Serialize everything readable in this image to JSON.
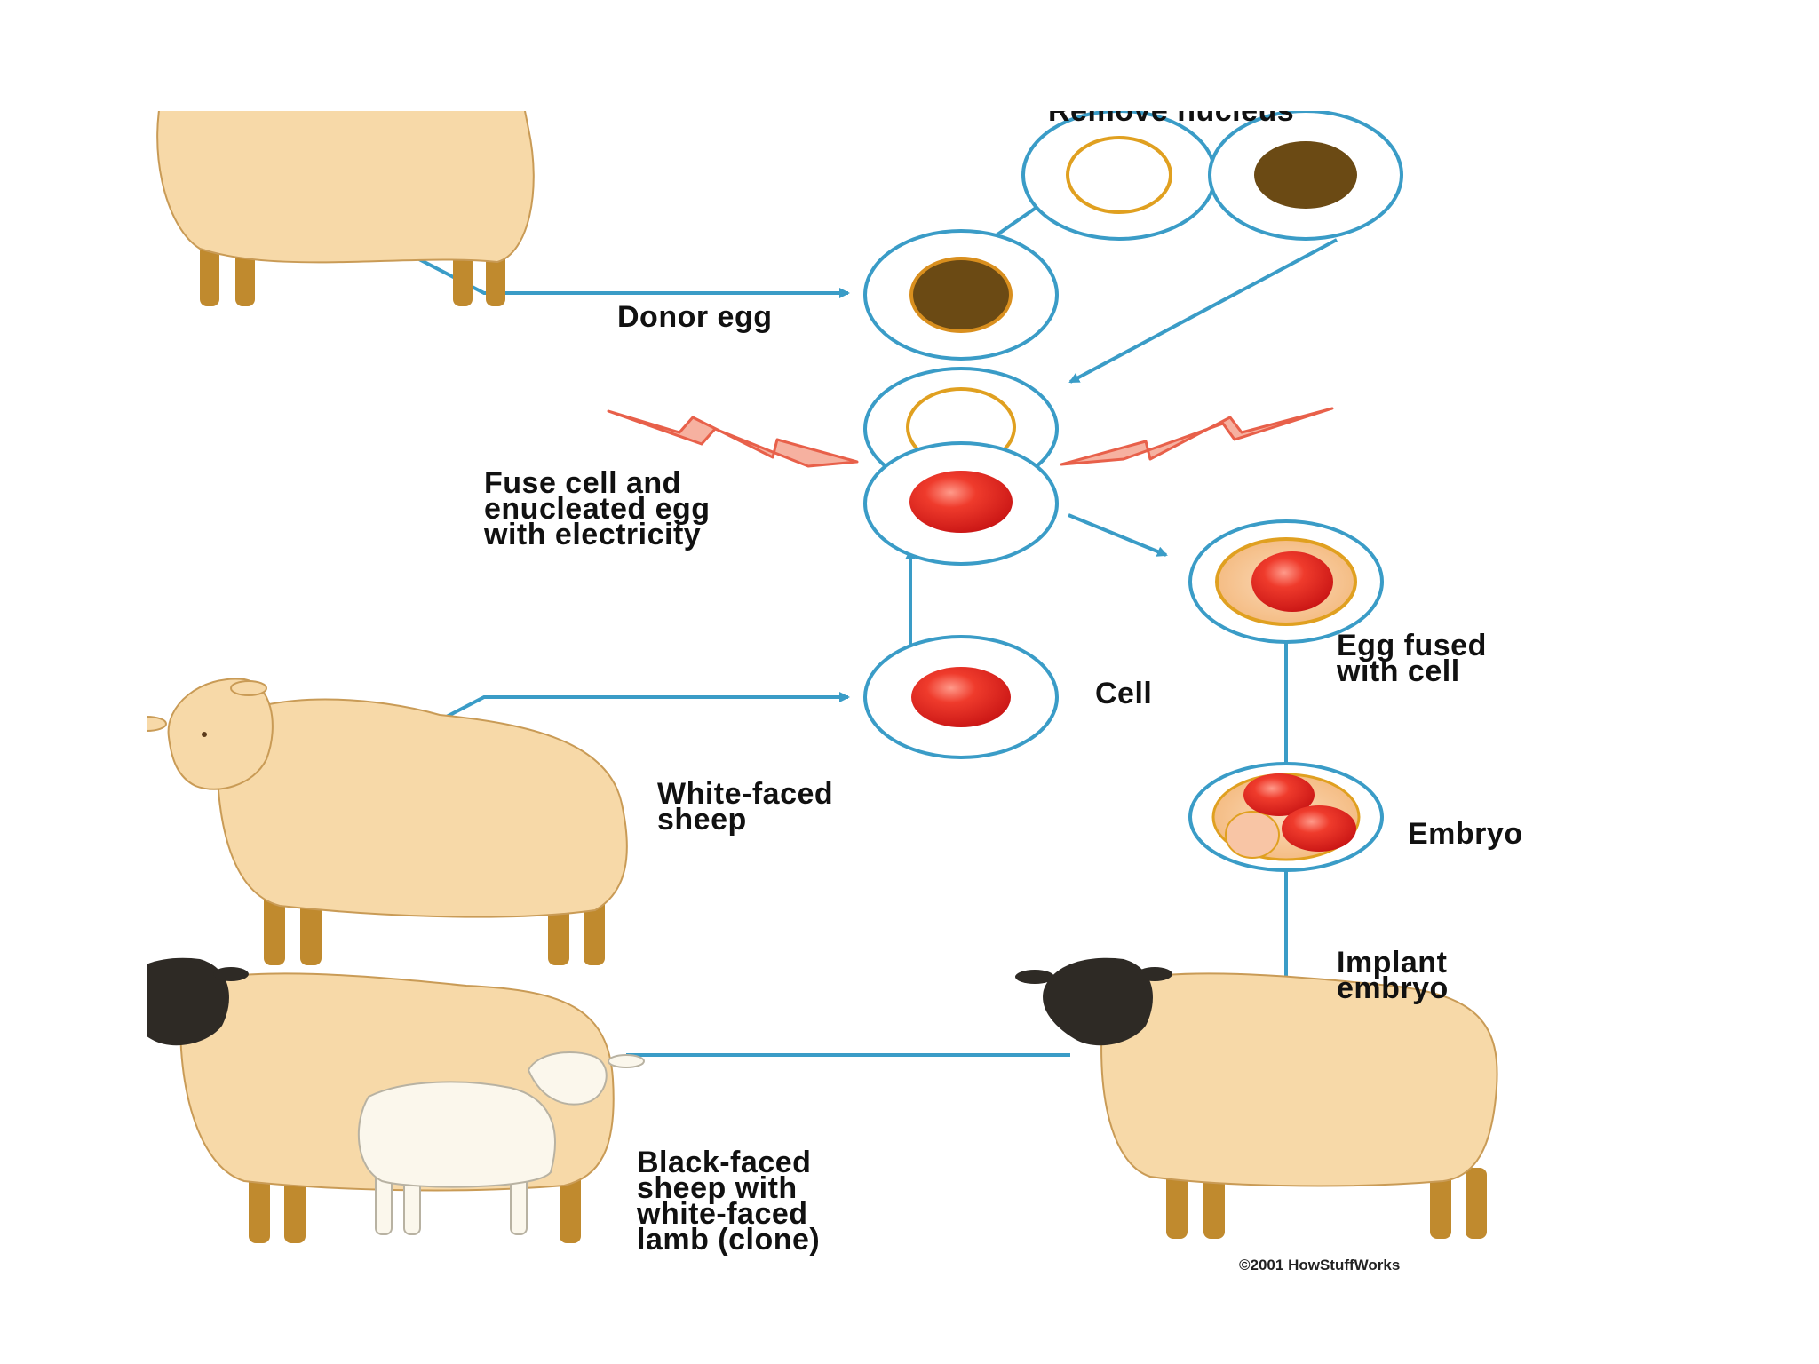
{
  "labels": {
    "remove_nucleus": "Remove nucleus",
    "donor_egg": "Donor egg",
    "fuse": "Fuse cell and\nenucleated egg\nwith electricity",
    "cell": "Cell",
    "egg_fused": "Egg fused\nwith cell",
    "white_faced_sheep": "White-faced\nsheep",
    "embryo": "Embryo",
    "implant_embryo": "Implant\nembryo",
    "clone": "Black-faced\nsheep with\nwhite-faced\nlamb (clone)",
    "copyright": "©2001 HowStuffWorks"
  },
  "colors": {
    "cell_border": "#3a9cc7",
    "arrow": "#3a9cc7",
    "sheep_wool": "#f7d9a8",
    "sheep_leg": "#c08a2e",
    "black_face": "#2e2a25",
    "nucleus_brown": "#6b4a14",
    "nucleus_ring": "#d98f1e",
    "red_cell": "#e52020",
    "spark_fill": "#f6b1a0",
    "spark_stroke": "#e8604a",
    "lamb": "#fbf7ec"
  }
}
